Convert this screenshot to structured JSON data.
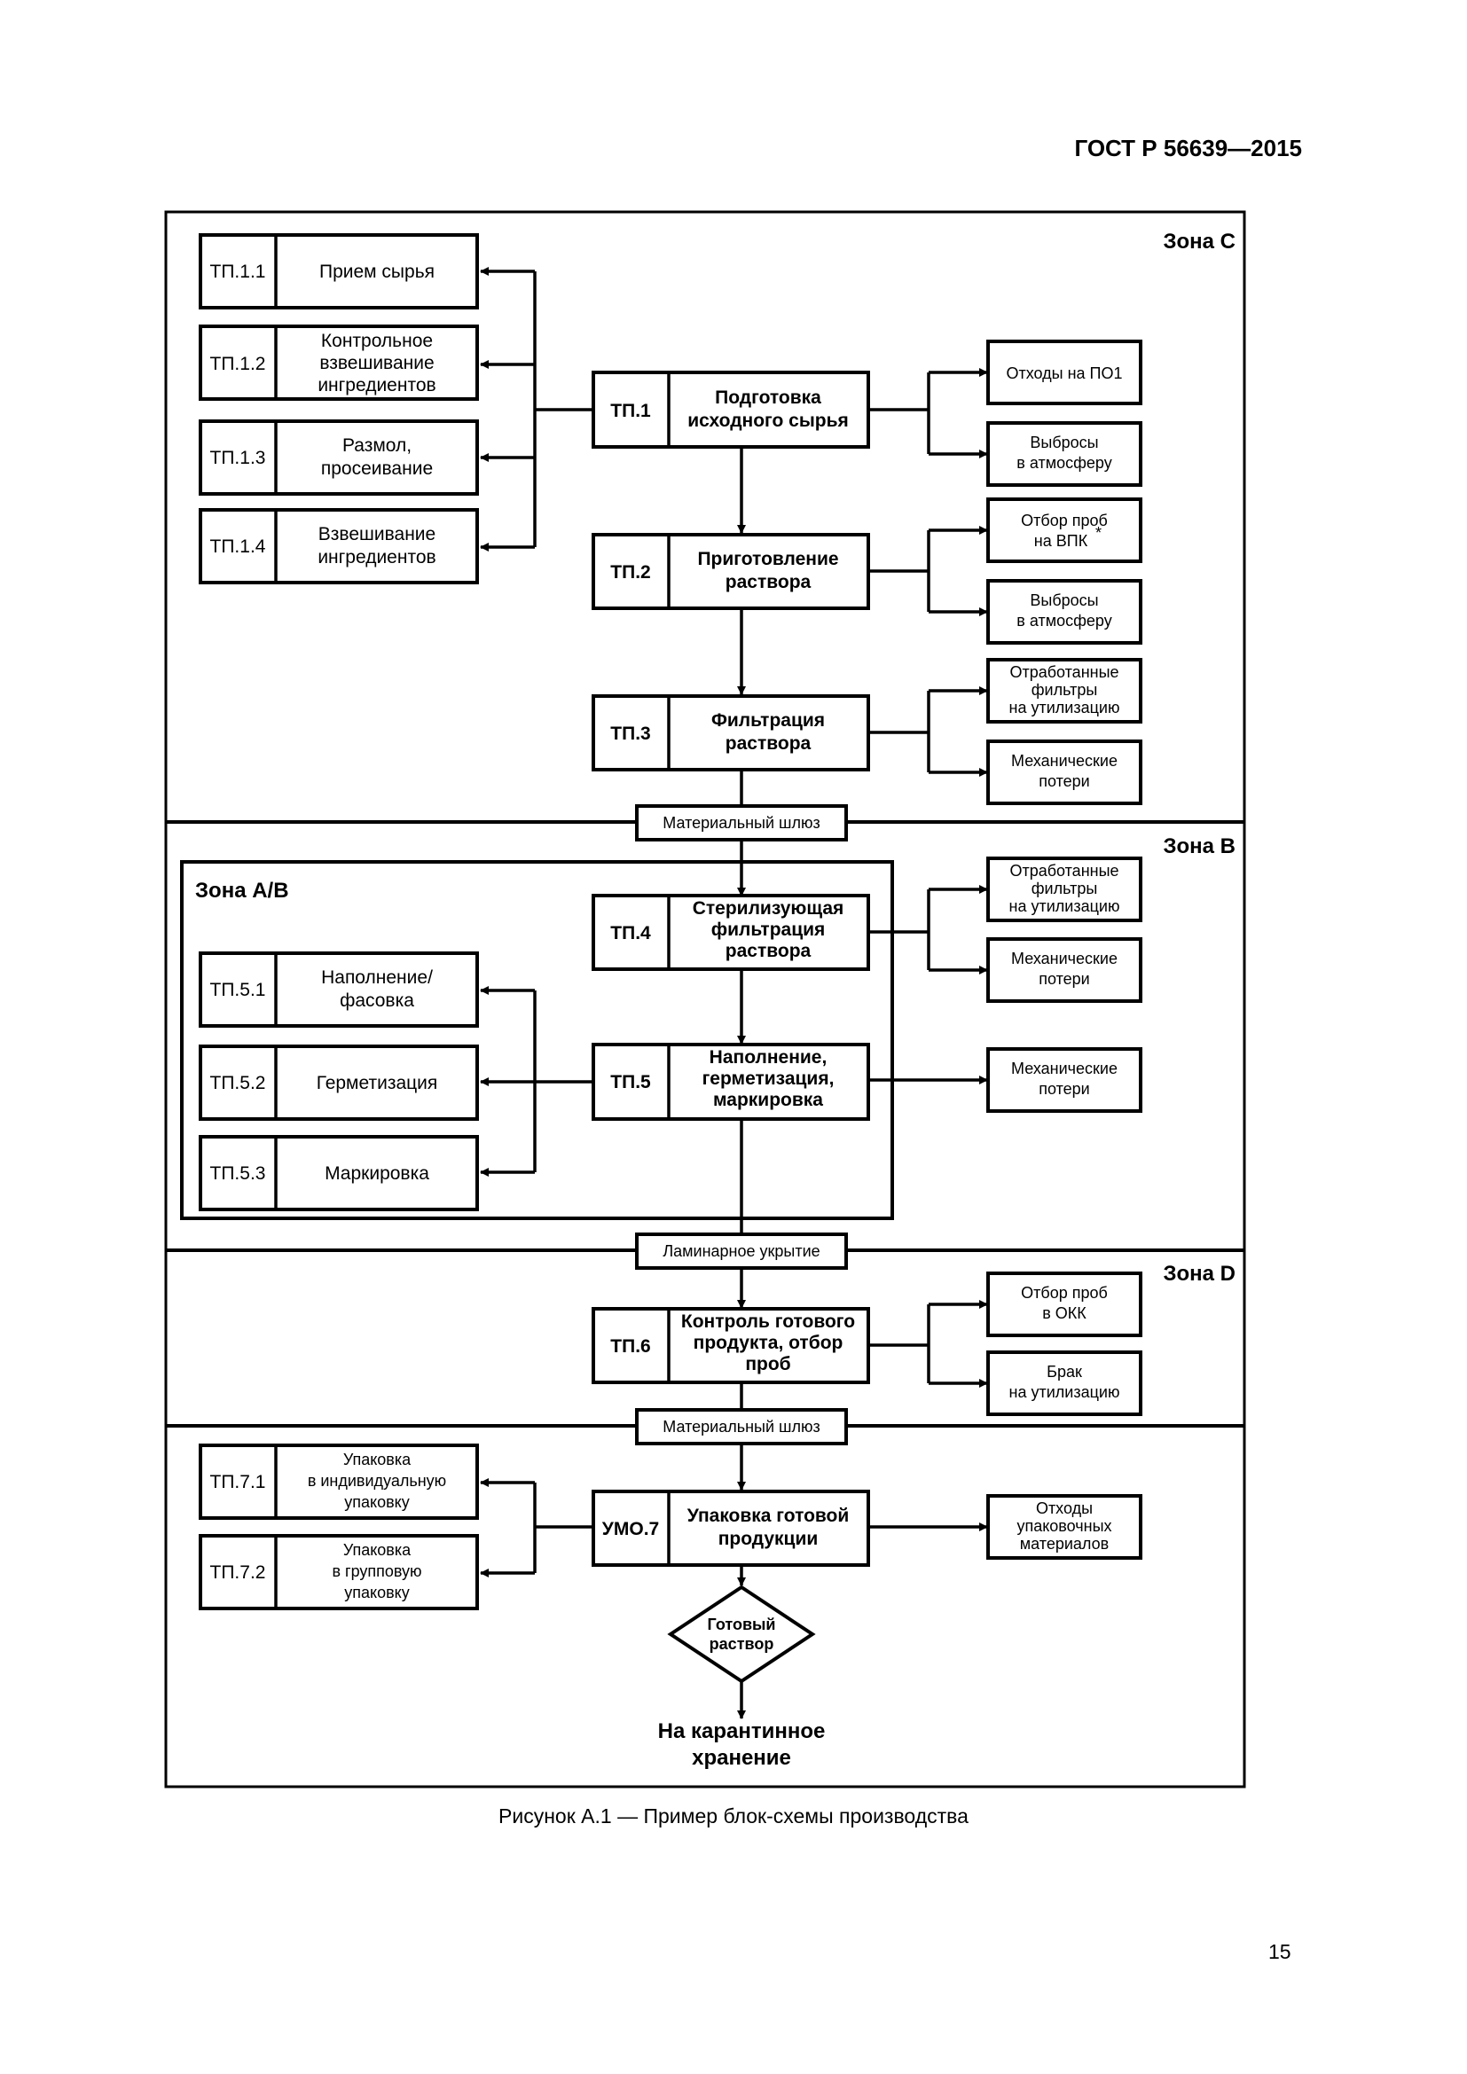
{
  "header": {
    "doc_id": "ГОСТ Р 56639—2015"
  },
  "zones": {
    "c": "Зона С",
    "b": "Зона В",
    "ab": "Зона А/В",
    "d": "Зона D"
  },
  "gates": {
    "g1": "Материальный шлюз",
    "g2": "Ламинарное укрытие",
    "g3": "Материальный шлюз"
  },
  "steps": {
    "tp11": {
      "code": "ТП.1.1",
      "l1": "Прием сырья"
    },
    "tp12": {
      "code": "ТП.1.2",
      "l1": "Контрольное",
      "l2": "взвешивание",
      "l3": "ингредиентов"
    },
    "tp13": {
      "code": "ТП.1.3",
      "l1": "Размол,",
      "l2": "просеивание"
    },
    "tp14": {
      "code": "ТП.1.4",
      "l1": "Взвешивание",
      "l2": "ингредиентов"
    },
    "tp1": {
      "code": "ТП.1",
      "l1": "Подготовка",
      "l2": "исходного сырья"
    },
    "tp2": {
      "code": "ТП.2",
      "l1": "Приготовление",
      "l2": "раствора"
    },
    "tp3": {
      "code": "ТП.3",
      "l1": "Фильтрация",
      "l2": "раствора"
    },
    "tp4": {
      "code": "ТП.4",
      "l1": "Стерилизующая",
      "l2": "фильтрация",
      "l3": "раствора"
    },
    "tp51": {
      "code": "ТП.5.1",
      "l1": "Наполнение/",
      "l2": "фасовка"
    },
    "tp52": {
      "code": "ТП.5.2",
      "l1": "Герметизация"
    },
    "tp53": {
      "code": "ТП.5.3",
      "l1": "Маркировка"
    },
    "tp5": {
      "code": "ТП.5",
      "l1": "Наполнение,",
      "l2": "герметизация,",
      "l3": "маркировка"
    },
    "tp6": {
      "code": "ТП.6",
      "l1": "Контроль готового",
      "l2": "продукта, отбор",
      "l3": "проб"
    },
    "tp71": {
      "code": "ТП.7.1",
      "l1": "Упаковка",
      "l2": "в индивидуальную",
      "l3": "упаковку"
    },
    "tp72": {
      "code": "ТП.7.2",
      "l1": "Упаковка",
      "l2": "в групповую",
      "l3": "упаковку"
    },
    "umo7": {
      "code": "УМО.7",
      "l1": "Упаковка готовой",
      "l2": "продукции"
    }
  },
  "outputs": {
    "o1": {
      "l1": "Отходы на ПО1"
    },
    "o2": {
      "l1": "Выбросы",
      "l2": "в атмосферу"
    },
    "o3": {
      "l1": "Отбор проб",
      "l2": "на ВПК",
      "sup": "*"
    },
    "o4": {
      "l1": "Выбросы",
      "l2": "в атмосферу"
    },
    "o5": {
      "l1": "Отработанные",
      "l2": "фильтры",
      "l3": "на утилизацию"
    },
    "o6": {
      "l1": "Механические",
      "l2": "потери"
    },
    "o7": {
      "l1": "Отработанные",
      "l2": "фильтры",
      "l3": "на утилизацию"
    },
    "o8": {
      "l1": "Механические",
      "l2": "потери"
    },
    "o9": {
      "l1": "Механические",
      "l2": "потери"
    },
    "o10": {
      "l1": "Отбор проб",
      "l2": "в ОКК"
    },
    "o11": {
      "l1": "Брак",
      "l2": "на утилизацию"
    },
    "o12": {
      "l1": "Отходы",
      "l2": "упаковочных",
      "l3": "материалов"
    }
  },
  "final": {
    "diamond_l1": "Готовый",
    "diamond_l2": "раствор",
    "dest_l1": "На карантинное",
    "dest_l2": "хранение"
  },
  "caption": "Рисунок А.1 — Пример блок-схемы производства",
  "page_number": "15"
}
